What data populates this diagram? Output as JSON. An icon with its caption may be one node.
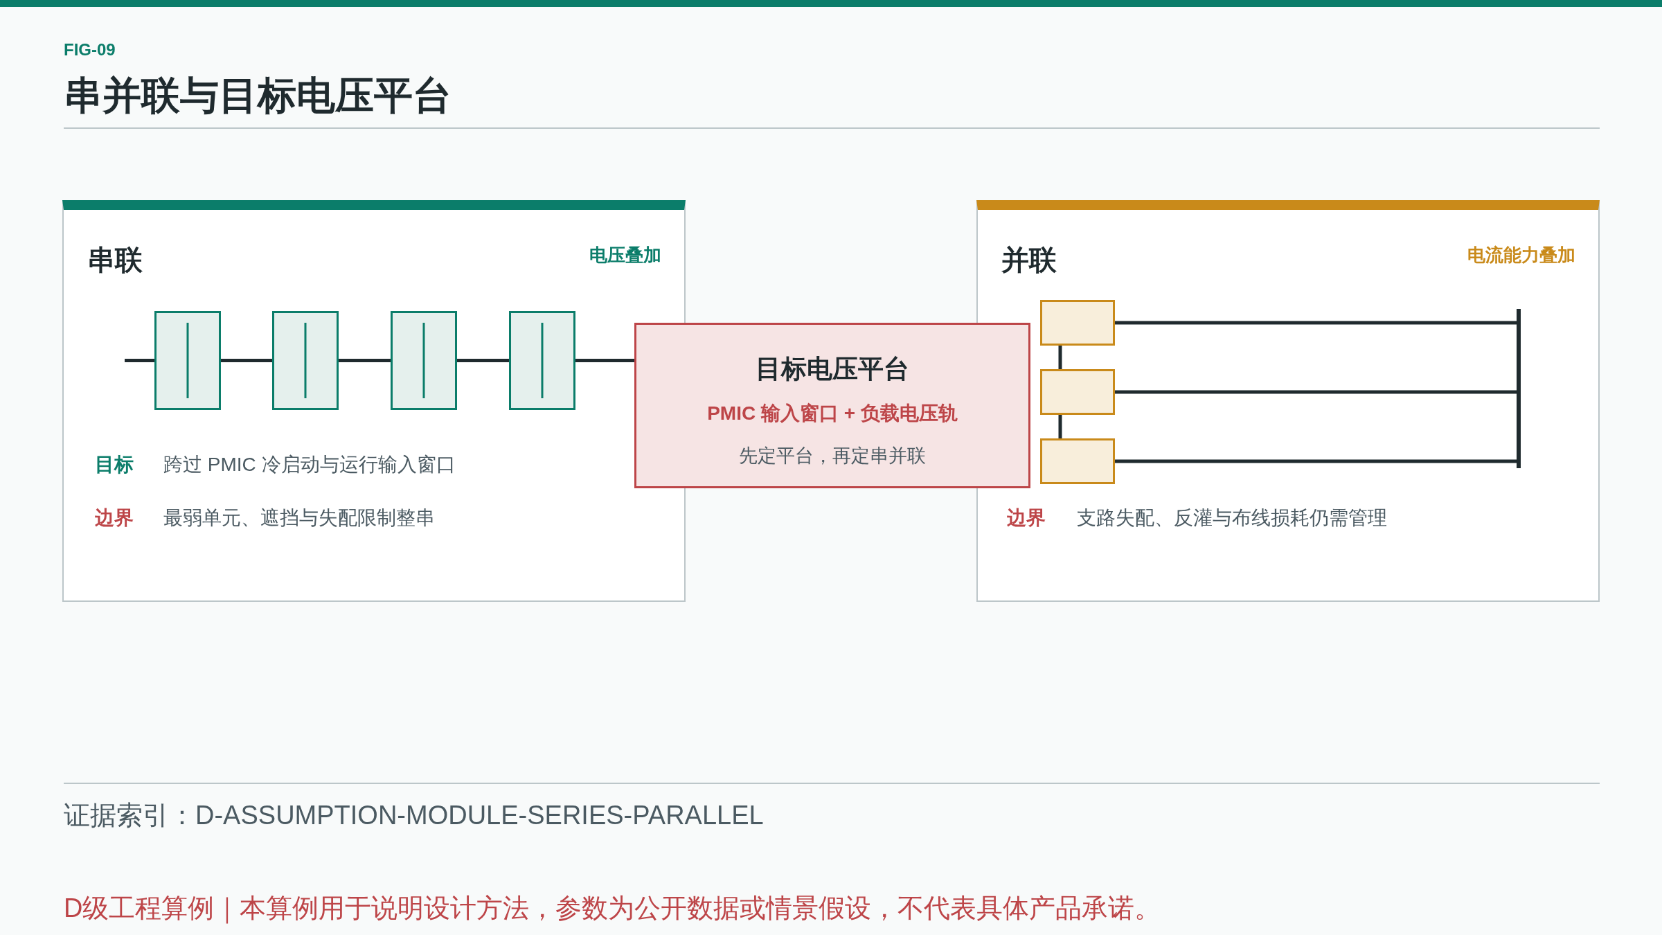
{
  "diagram": {
    "title": "串并联与目标电压平台",
    "nodes": [
      {
        "text": [
          "串联",
          "电压叠加",
          "目标",
          "跨过 PMIC 冷启动与运行输入窗口",
          "边界",
          "最弱单元、遮挡与失配限制整串"
        ]
      },
      {
        "text": [],
        "shape": "box",
        "in": 0
      },
      {
        "text": [],
        "shape": "box",
        "in": 0
      },
      {
        "text": [],
        "shape": "box",
        "in": 0
      },
      {
        "text": [],
        "shape": "box",
        "in": 0
      },
      {
        "text": [
          "目标电压平台",
          "PMIC 输入窗口 + 负载电压轨",
          "先定平台，再定串并联"
        ]
      },
      {
        "text": [
          "并联",
          "电流能力叠加",
          "边界",
          "支路失配、反灌与布线损耗仍需管理"
        ]
      },
      {
        "text": [],
        "shape": "box",
        "in": 6
      },
      {
        "text": [],
        "shape": "box",
        "in": 6
      },
      {
        "text": [],
        "shape": "box",
        "in": 6
      },
      {
        "text": [],
        "shape": "bar",
        "in": 6
      }
    ],
    "edges": [
      {
        "from": null,
        "to": 1,
        "arrow": "none"
      },
      {
        "from": 1,
        "to": 2,
        "arrow": "none"
      },
      {
        "from": 2,
        "to": 3,
        "arrow": "none"
      },
      {
        "from": 3,
        "to": 4,
        "arrow": "none"
      },
      {
        "from": 4,
        "to": 5,
        "arrow": "none"
      },
      {
        "from": 7,
        "to": 8,
        "arrow": "none"
      },
      {
        "from": 8,
        "to": 9,
        "arrow": "none"
      },
      {
        "from": 7,
        "to": 10,
        "arrow": "none"
      },
      {
        "from": 8,
        "to": 10,
        "arrow": "none"
      },
      {
        "from": 9,
        "to": 10,
        "arrow": "none"
      }
    ],
    "labels": [
      "FIG-09",
      "证据索引：D-ASSUMPTION-MODULE-SERIES-PARALLEL",
      "D级工程算例｜本算例用于说明设计方法，参数为公开数据或情景假设，不代表具体产品承诺。"
    ]
  }
}
